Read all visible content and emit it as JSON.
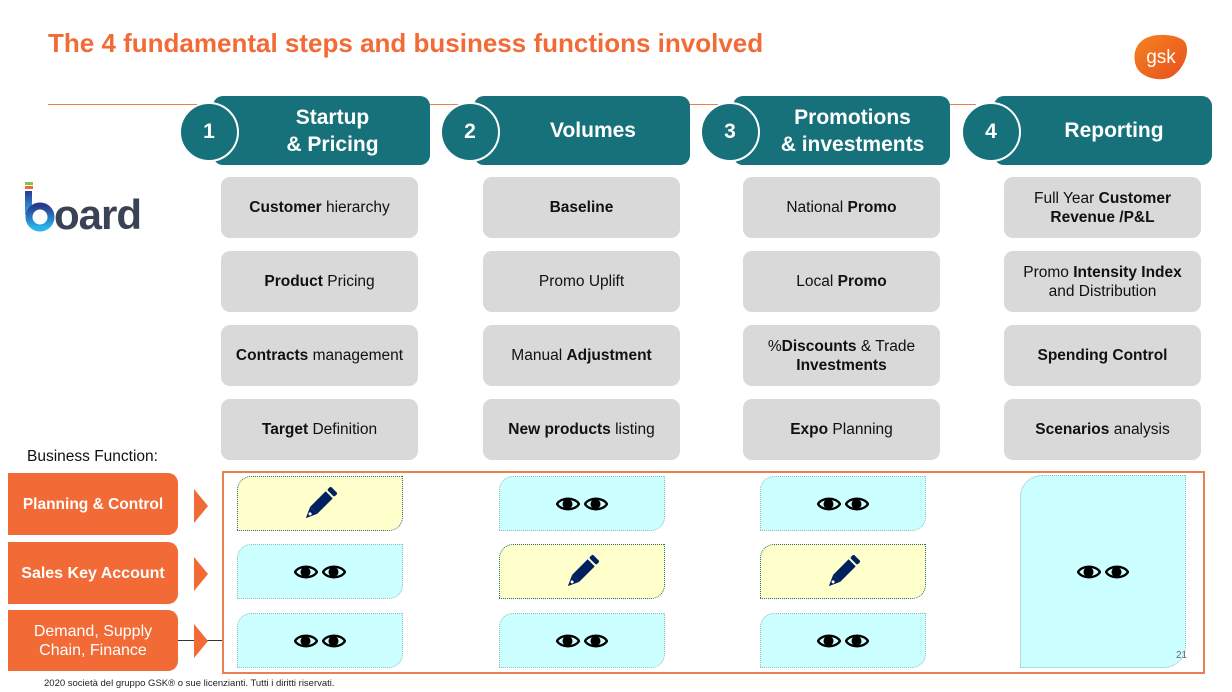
{
  "title": "The 4 fundamental steps and business functions involved",
  "logos": {
    "brand": "gsk",
    "partner": "board"
  },
  "steps": [
    {
      "number": "1",
      "label_line1": "Startup",
      "label_line2": "& Pricing",
      "items": [
        {
          "bold_first": "Customer",
          "rest": " hierarchy"
        },
        {
          "bold_first": "Product",
          "rest": " Pricing"
        },
        {
          "bold_first": "Contracts",
          "rest": " management"
        },
        {
          "bold_first": "Target",
          "rest": " Definition"
        }
      ]
    },
    {
      "number": "2",
      "label_line1": "Volumes",
      "label_line2": "",
      "items": [
        {
          "bold_first": "Baseline",
          "rest": ""
        },
        {
          "bold_first": "",
          "rest": "Promo Uplift"
        },
        {
          "pre": "Manual ",
          "bold": "Adjustment"
        },
        {
          "bold_first": "New products",
          "rest": " listing"
        }
      ]
    },
    {
      "number": "3",
      "label_line1": "Promotions",
      "label_line2": "& investments",
      "items": [
        {
          "pre": "National ",
          "bold": "Promo"
        },
        {
          "pre": "Local ",
          "bold": "Promo"
        },
        {
          "pre": "%",
          "bold": "Discounts",
          "mid": " & Trade",
          "bold2": "Investments"
        },
        {
          "bold_first": "Expo",
          "rest": " Planning"
        }
      ]
    },
    {
      "number": "4",
      "label_line1": "Reporting",
      "label_line2": "",
      "items": [
        {
          "pre": "Full Year ",
          "bold": "Customer",
          "bold2": "Revenue /P&L"
        },
        {
          "pre": "Promo ",
          "bold": "Intensity Index",
          "line2": "and Distribution"
        },
        {
          "bold_first": "Spending Control",
          "rest": ""
        },
        {
          "bold_first": "Scenarios",
          "rest": " analysis"
        }
      ]
    }
  ],
  "business_function_label": "Business Function:",
  "functions": [
    {
      "label": "Planning & Control",
      "access": [
        "edit",
        "view",
        "view",
        "view"
      ]
    },
    {
      "label": "Sales Key Account",
      "access": [
        "view",
        "edit",
        "edit",
        "view"
      ]
    },
    {
      "label": "Demand, Supply Chain, Finance",
      "label_line1": "Demand, Supply",
      "label_line2": "Chain, Finance",
      "access": [
        "view",
        "view",
        "view",
        "view"
      ]
    }
  ],
  "icons": {
    "edit": "pencil-icon",
    "view": "eyes-icon"
  },
  "colors": {
    "accent": "#F26A36",
    "teal": "#17717B",
    "grey_box": "#D9D9D9",
    "edit_fill": "#FFFFCC",
    "view_fill": "#CCFFFF",
    "pencil": "#002060"
  },
  "footer": "2020 società del gruppo GSK® o sue licenzianti. Tutti i diritti riservati.",
  "page_number": "21"
}
